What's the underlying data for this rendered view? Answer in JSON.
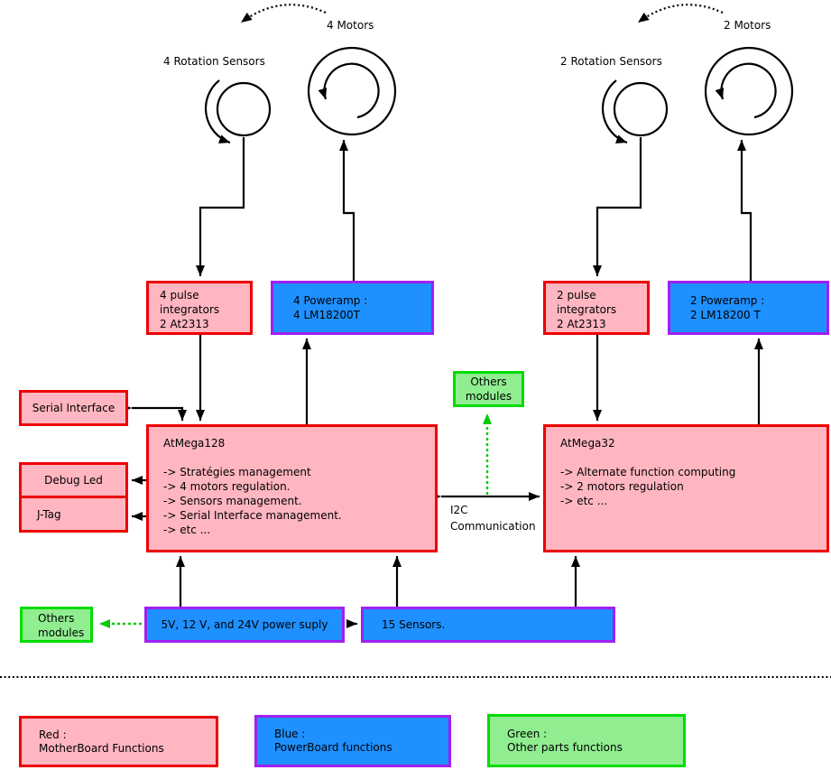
{
  "colors": {
    "red_border": "#EE0000",
    "pink_fill": "#FFB6C1",
    "purple_border": "#A020F0",
    "blue_fill": "#1E90FF",
    "green_border": "#00DC00",
    "green_fill": "#90EE90",
    "green_arrow": "#00CC00",
    "line_black": "#000000"
  },
  "top": {
    "left": {
      "motors_label": "4 Motors",
      "sensors_label": "4 Rotation Sensors"
    },
    "right": {
      "motors_label": "2 Motors",
      "sensors_label": "2 Rotation Sensors"
    }
  },
  "boxes": {
    "pulse_left": "4 pulse\nintegrators\n2 At2313",
    "poweramp_left": "4 Poweramp :\n4 LM18200T",
    "pulse_right": "2 pulse\nintegrators\n2 At2313",
    "poweramp_right": "2 Poweramp :\n2 LM18200 T",
    "serial_interface": "Serial Interface",
    "debug_led": "Debug Led",
    "jtag": "J-Tag",
    "atmega128": "AtMega128\n\n-> Stratégies management\n-> 4 motors regulation.\n-> Sensors management.\n-> Serial Interface management.\n-> etc ...",
    "atmega32": "AtMega32\n\n-> Alternate function computing\n-> 2 motors regulation\n-> etc ...",
    "others_mid": "Others\nmodules",
    "others_left": "Others\nmodules",
    "power_supply": "5V, 12 V, and 24V power suply",
    "sensors15": "15 Sensors."
  },
  "i2c_label": "I2C\nCommunication",
  "legend": {
    "red": "Red :\nMotherBoard Functions",
    "blue": "Blue :\nPowerBoard functions",
    "green": "Green :\nOther parts functions"
  }
}
